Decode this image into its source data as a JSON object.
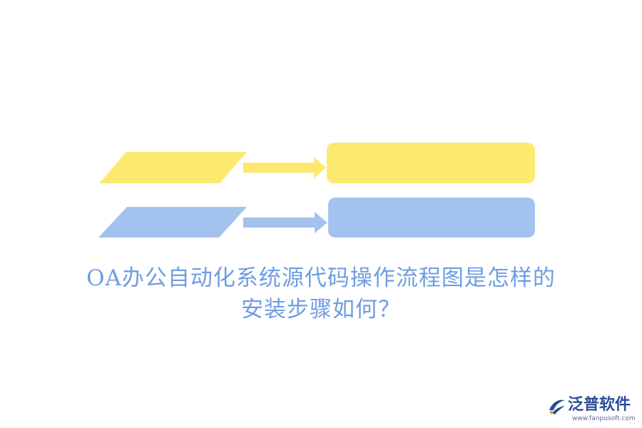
{
  "colors": {
    "yellow": "#fde96f",
    "blue": "#a3c2ee",
    "title_text": "#6f9de2",
    "logo_primary": "#2b4c9a",
    "logo_accent": "#f29633",
    "logo_url": "#5a6c9a"
  },
  "title": {
    "line1": "OA办公自动化系统源代码操作流程图是怎样的",
    "line2": "安装步骤如何？"
  },
  "logo": {
    "name": "泛普软件",
    "url": "www.fanpusoft.com",
    "icon": "fanpu-logo-icon"
  }
}
